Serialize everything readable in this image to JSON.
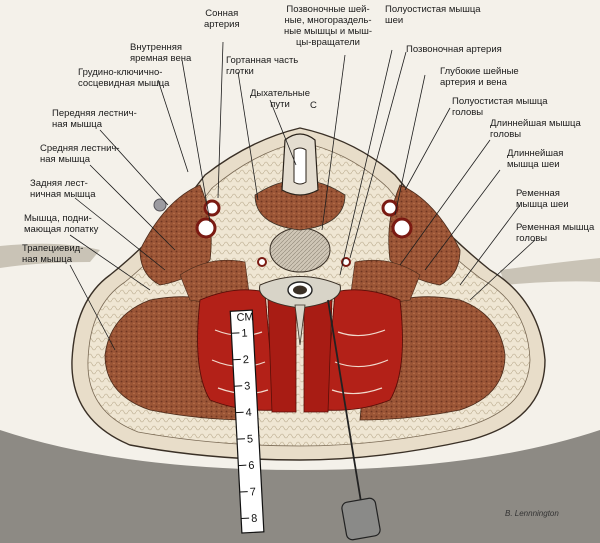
{
  "labels": {
    "carotid": "Сонная\nартерия",
    "vertebral_muscles": "Позвоночные шей-\nные, многораздель-\nные мышцы и мыш-\nцы-вращатели",
    "semispinalis_neck": "Полуостистая мышца\nшеи",
    "internal_jugular": "Внутренняя\nяремная вена",
    "vertebral_artery": "Позвоночная артерия",
    "larynx": "Гортанная часть\nглотки",
    "scm": "Грудино-ключично-\nсосцевидная мышца",
    "deep_cervical": "Глубокие шейные\nартерия и вена",
    "airway": "Дыхательные\nпути",
    "c_mark": "C",
    "semispinalis_head": "Полуостистая мышца\nголовы",
    "anterior_scalene": "Передняя лестнич-\nная мышца",
    "longissimus_head": "Длиннейшая мышца\nголовы",
    "middle_scalene": "Средняя лестнич-\nная мышца",
    "longissimus_neck": "Длиннейшая\nмышца шеи",
    "posterior_scalene": "Задняя лест-\nничная мышца",
    "splenius_neck": "Ременная\nмышца шеи",
    "levator_scapulae": "Мышца, подни-\nмающая лопатку",
    "splenius_head": "Ременная мышца\nголовы",
    "trapezius": "Трапециевид-\nная мышца"
  },
  "ruler": {
    "unit": "СМ",
    "marks": [
      "1",
      "2",
      "3",
      "4",
      "5",
      "6",
      "7",
      "8"
    ]
  },
  "signature": "B. Lennnington",
  "colors": {
    "muscle_red": "#b32118",
    "muscle_brown": "#8a4a2e",
    "fat": "#e8dcc8",
    "bone": "#d8d4c8",
    "skin": "#e6d9c4"
  }
}
